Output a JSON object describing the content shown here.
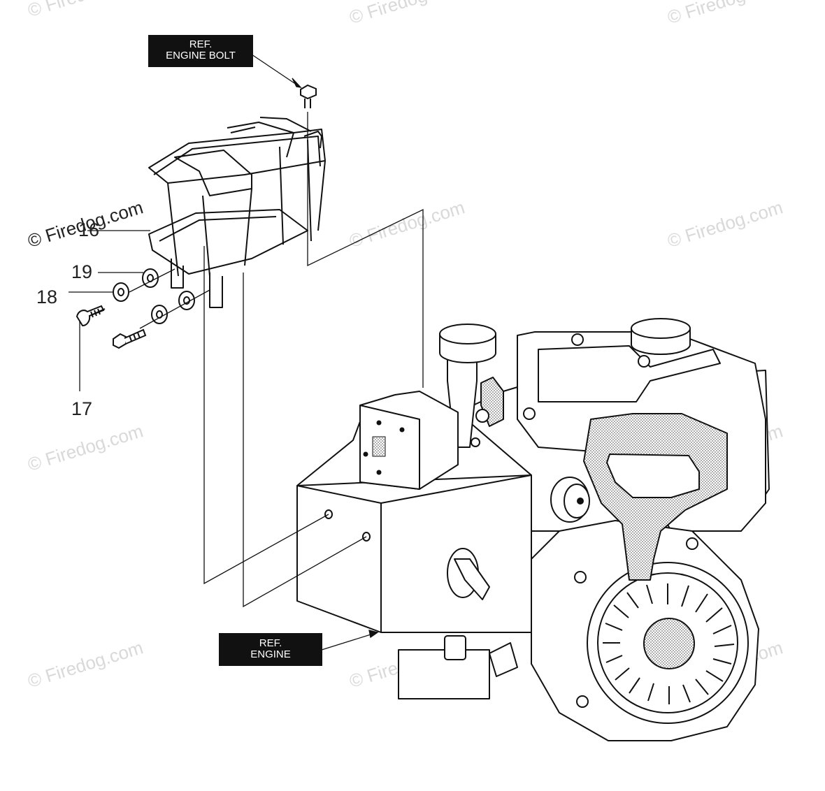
{
  "watermark": {
    "text": "Firedog.com",
    "symbol": "©",
    "color": "#d9d9d9"
  },
  "ref_labels": {
    "engine_bolt": {
      "line1": "REF.",
      "line2": "ENGINE BOLT"
    },
    "engine": {
      "line1": "REF.",
      "line2": "ENGINE"
    }
  },
  "callouts": {
    "p16": "16",
    "p17": "17",
    "p18": "18",
    "p19": "19"
  },
  "icons": {
    "engine": "engine-icon",
    "basket": "wire-basket-icon",
    "bolt": "bolt-icon",
    "washer": "washer-icon",
    "screw": "screw-icon"
  }
}
